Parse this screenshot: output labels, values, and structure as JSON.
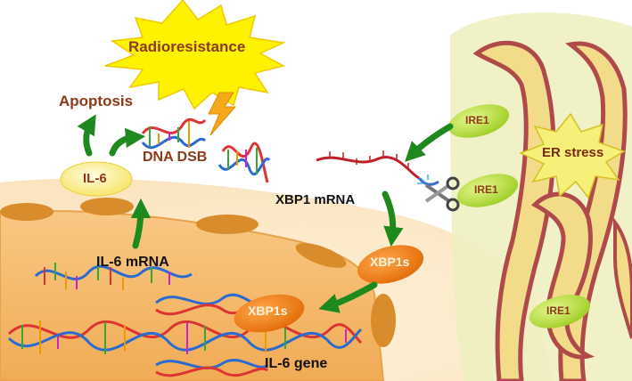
{
  "labels": {
    "radioresistance": "Radioresistance",
    "apoptosis": "Apoptosis",
    "il6": "IL-6",
    "dna_dsb": "DNA DSB",
    "xbp1_mrna": "XBP1 mRNA",
    "xbp1s_cytoplasm": "XBP1s",
    "xbp1s_nucleus": "XBP1s",
    "il6_mrna": "IL-6 mRNA",
    "il6_gene": "IL-6 gene",
    "er_stress": "ER stress",
    "ire1_top": "IRE1",
    "ire1_middle": "IRE1",
    "ire1_bottom": "IRE1"
  },
  "colors": {
    "arrow_green": "#1e8a1e",
    "label_brown": "#8b3a1a",
    "burst_yellow": "#fff200",
    "nucleus_fill": "#f6c27a",
    "cell_bg": "#fde9c8",
    "er_outline": "#b04a4a",
    "er_fill": "#f2dc8a",
    "ire1_green": "#b8e23c",
    "xbp1s_orange": "#ef7a12"
  },
  "icons": [
    "burst-icon",
    "lightning-icon",
    "scissors-icon",
    "dna-helix-icon"
  ]
}
